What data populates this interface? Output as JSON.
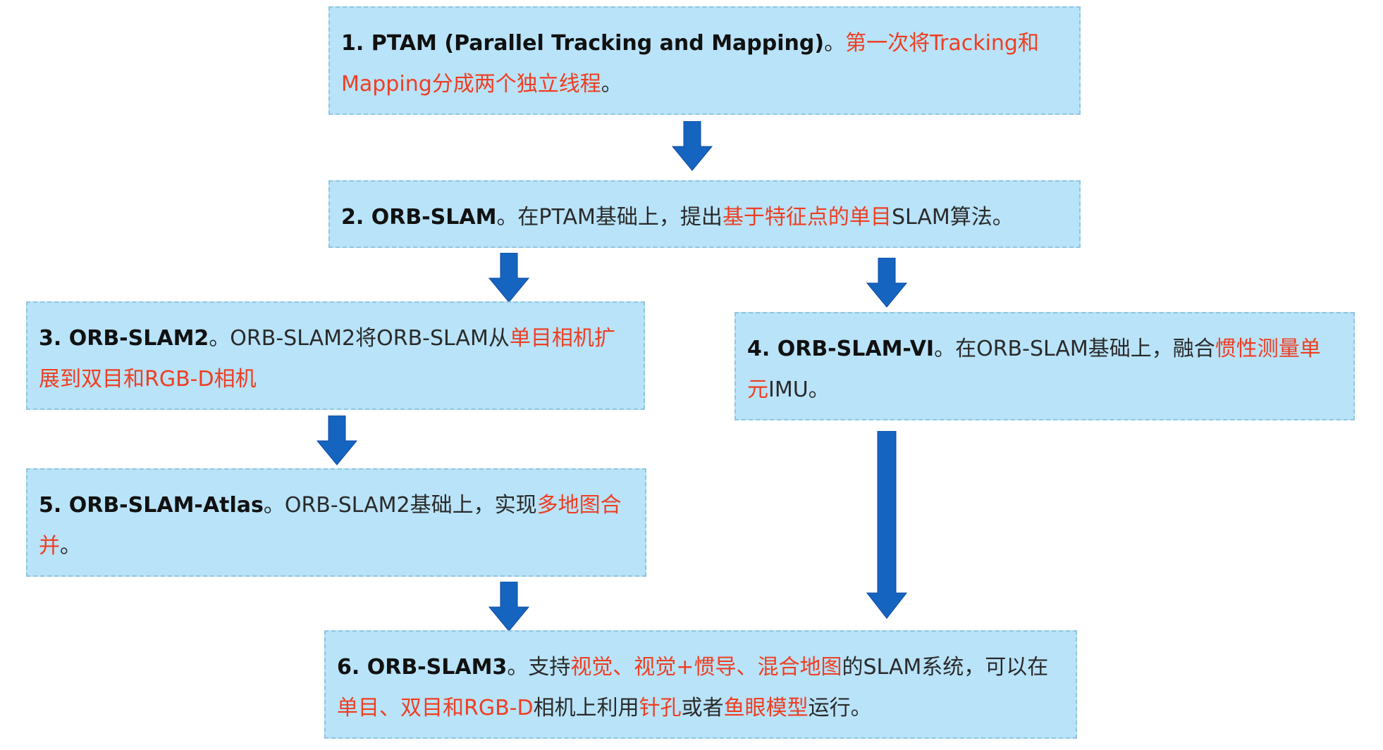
{
  "colors": {
    "box_fill": "#b9e3f8",
    "box_border": "#8ec5df",
    "highlight": "#ef3e22",
    "arrow": "#1565c0"
  },
  "nodes": {
    "n1": {
      "num": "1. PTAM (Parallel Tracking and Mapping)",
      "p1": "。",
      "h1": "第一次将Tracking和Mapping分成两个独立线程",
      "p2": "。"
    },
    "n2": {
      "num": "2. ORB-SLAM",
      "p1": "。在PTAM基础上，提出",
      "h1": "基于特征点的单目",
      "p2": "SLAM算法。"
    },
    "n3": {
      "num": "3. ORB-SLAM2",
      "p1": "。ORB-SLAM2将ORB-SLAM从",
      "h1": "单目相机扩展到双目和RGB-D相机"
    },
    "n4": {
      "num": "4. ORB-SLAM-VI",
      "p1": "。在ORB-SLAM基础上，融合",
      "h1": "惯性测量单元",
      "p2": "IMU。"
    },
    "n5": {
      "num": "5. ORB-SLAM-Atlas",
      "p1": "。ORB-SLAM2基础上，实现",
      "h1": "多地图合并",
      "p2": "。"
    },
    "n6": {
      "num": "6. ORB-SLAM3",
      "p1": "。支持",
      "h1": "视觉、视觉+惯导、混合地图",
      "p2": "的SLAM系统，可以在",
      "h2": "单目、双目和RGB-D",
      "p3": "相机上利用",
      "h3": "针孔",
      "p4": "或者",
      "h4": "鱼眼模型",
      "p5": "运行。"
    }
  }
}
